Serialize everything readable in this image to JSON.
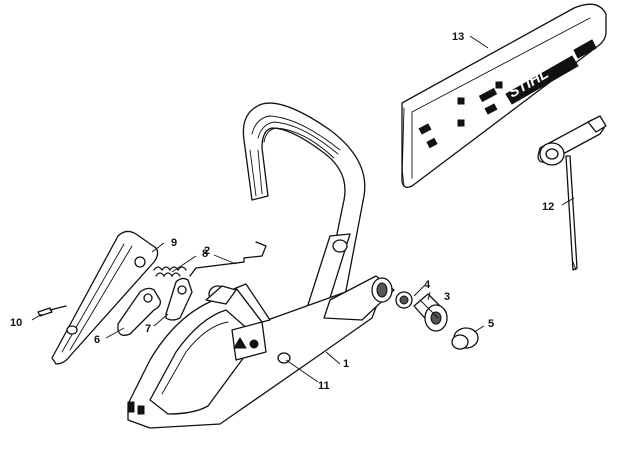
{
  "diagram": {
    "brand_mark": "STIHL",
    "callouts": [
      {
        "id": "c1",
        "text": "1"
      },
      {
        "id": "c2",
        "text": "2"
      },
      {
        "id": "c3",
        "text": "3"
      },
      {
        "id": "c4",
        "text": "4"
      },
      {
        "id": "c5",
        "text": "5"
      },
      {
        "id": "c6",
        "text": "6"
      },
      {
        "id": "c7",
        "text": "7"
      },
      {
        "id": "c8",
        "text": "8"
      },
      {
        "id": "c9",
        "text": "9"
      },
      {
        "id": "c10",
        "text": "10"
      },
      {
        "id": "c11",
        "text": "11"
      },
      {
        "id": "c12",
        "text": "12"
      },
      {
        "id": "c13",
        "text": "13"
      }
    ],
    "colors": {
      "ink": "#111111",
      "paper": "#ffffff"
    }
  }
}
